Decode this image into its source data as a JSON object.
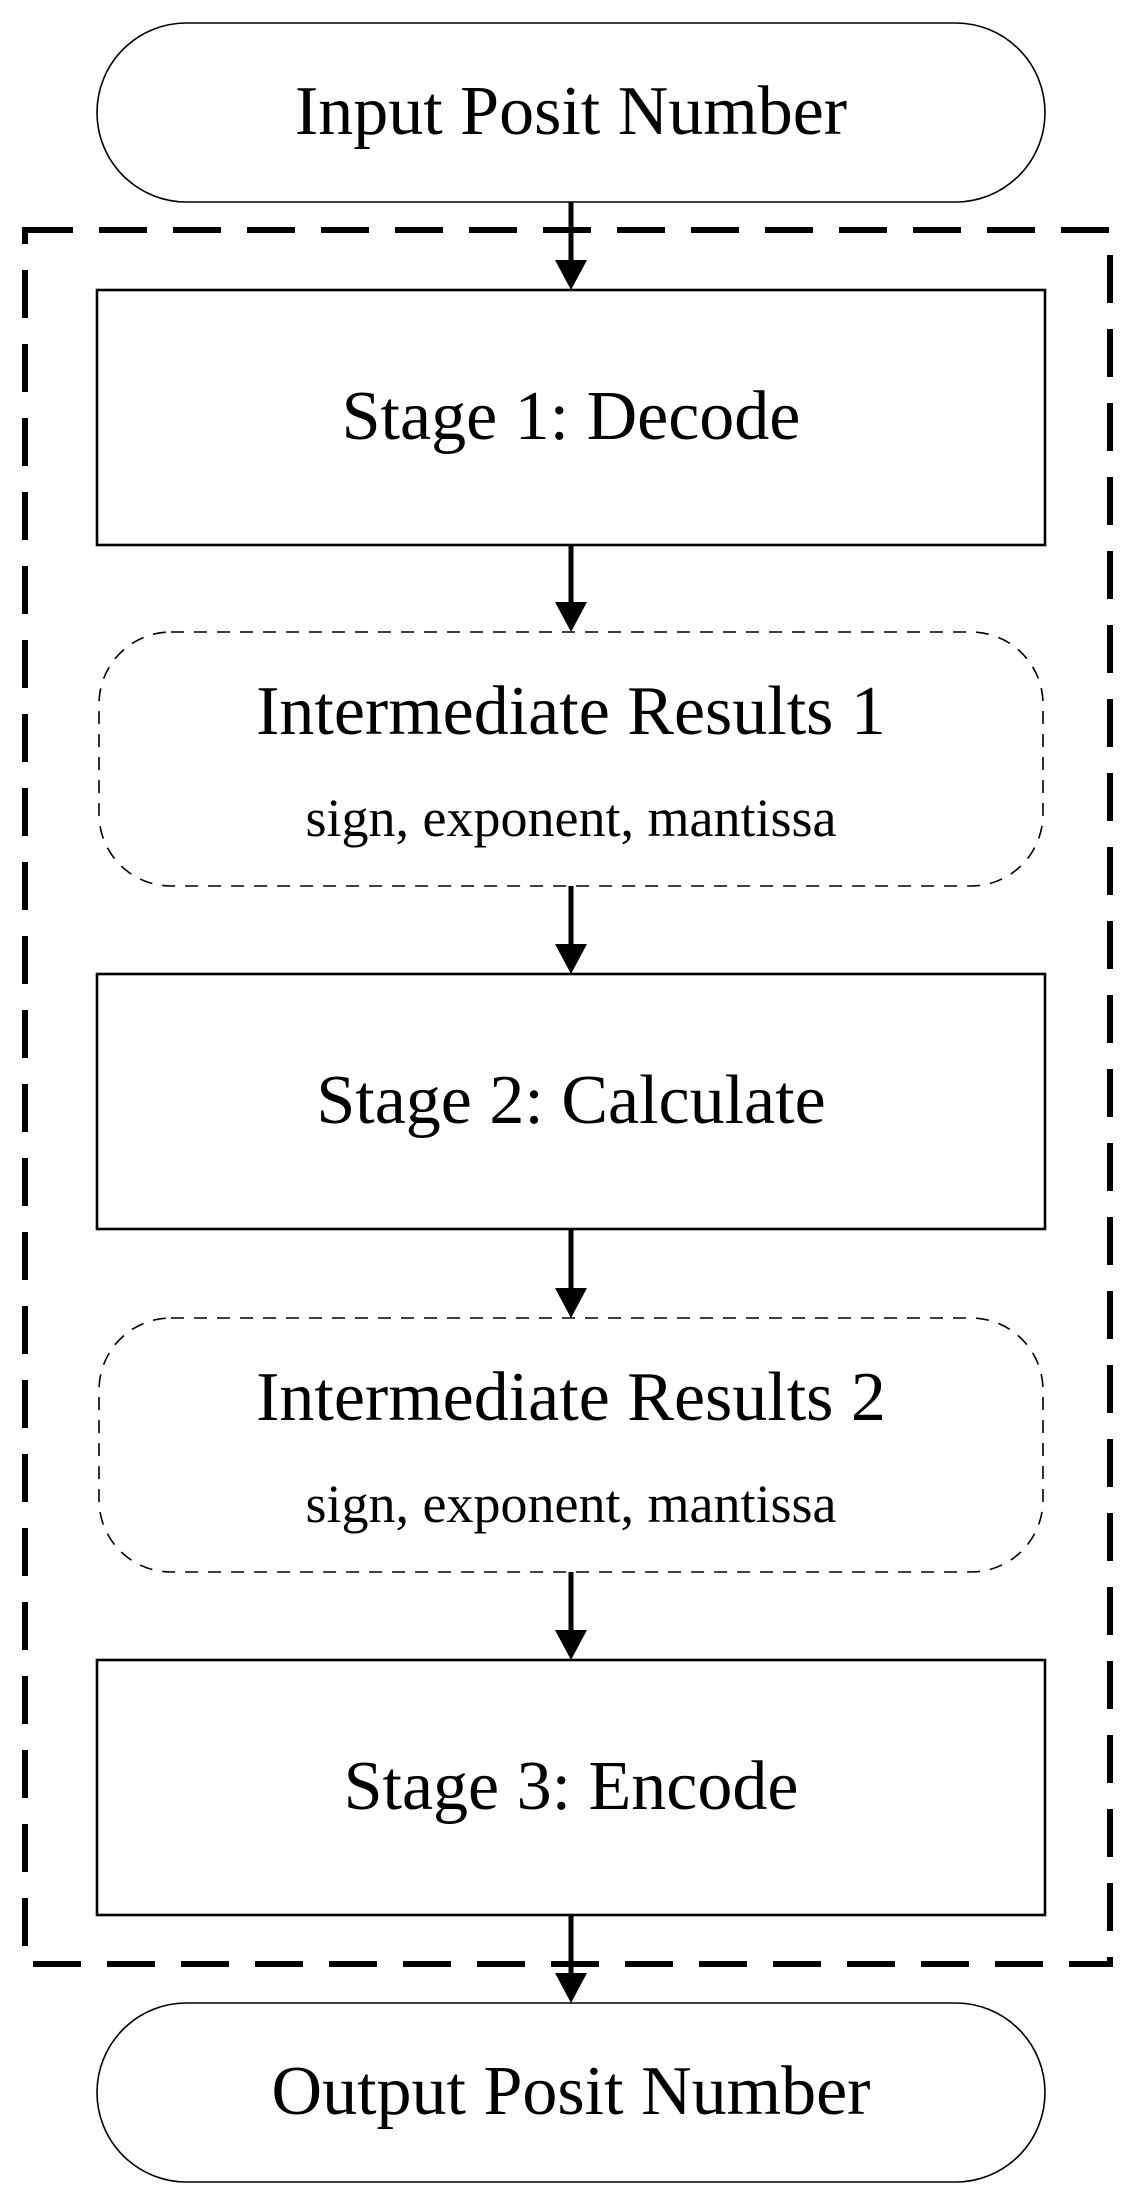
{
  "diagram": {
    "input_label": "Input Posit Number",
    "pipeline": {
      "stages": [
        {
          "label": "Stage 1: Decode"
        },
        {
          "label": "Stage 2: Calculate"
        },
        {
          "label": "Stage 3: Encode"
        }
      ],
      "intermediate_results": [
        {
          "title": "Intermediate Results 1",
          "subtitle": "sign, exponent, mantissa"
        },
        {
          "title": "Intermediate Results 2",
          "subtitle": "sign, exponent, mantissa"
        }
      ]
    },
    "output_label": "Output Posit Number",
    "colors": {
      "line": "#000000",
      "background": "#ffffff"
    }
  }
}
